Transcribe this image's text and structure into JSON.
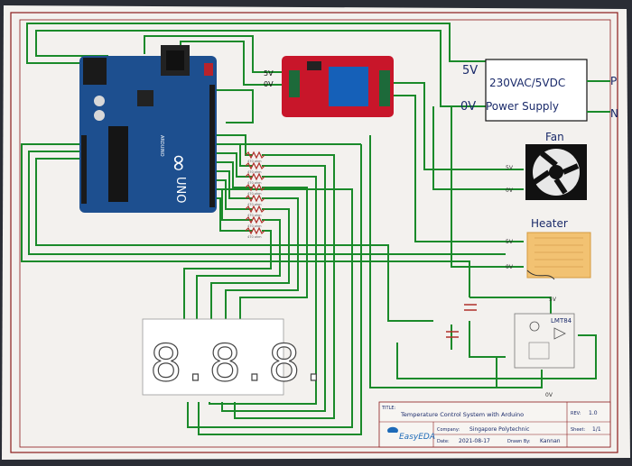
{
  "colors": {
    "wire": "#1a8a2a",
    "border": "#8b1a1a",
    "paper": "#f3f1ee",
    "arduino": "#1d4f8f",
    "relay": "#c8162a",
    "resistor": "#b0302a"
  },
  "relay": {
    "pin_5v": "5V",
    "pin_0v": "0V",
    "out_5v": "5V",
    "out_0v": "0V"
  },
  "power_supply": {
    "line1": "230VAC/5VDC",
    "line2": "Power Supply",
    "term_p": "P",
    "term_n": "N"
  },
  "fan": {
    "title": "Fan",
    "pin_5v": "5V",
    "pin_0v": "0V"
  },
  "heater": {
    "title": "Heater",
    "pin_5v": "5V",
    "pin_0v": "0V"
  },
  "sensor": {
    "name": "LMT84",
    "pin_5v": "5V",
    "pin_0v": "0V"
  },
  "arduino": {
    "logo": "∞",
    "model": "UNO",
    "brand": "ARDUINO"
  },
  "resistors": {
    "value": "470 ohm"
  },
  "display": {
    "digits": "8.8.8."
  },
  "title_block": {
    "title_label": "TITLE:",
    "title": "Temperature Control System with Arduino",
    "rev_label": "REV:",
    "rev": "1.0",
    "company_label": "Company:",
    "company": "Singapore Polytechnic",
    "sheet_label": "Sheet:",
    "sheet": "1/1",
    "date_label": "Date:",
    "date": "2021-08-17",
    "drawn_label": "Drawn By:",
    "drawn_by": "Kannan",
    "logo": "EasyEDA"
  }
}
